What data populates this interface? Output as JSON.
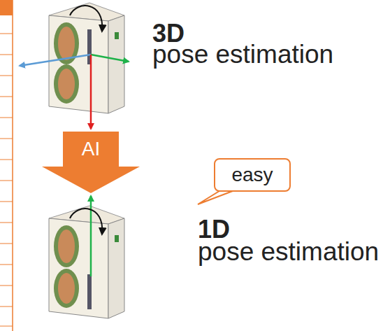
{
  "diagram": {
    "nodes": [
      {
        "text": [
          "AI"
        ]
      },
      {
        "text": [
          "easy"
        ]
      }
    ],
    "labels": [
      "3D",
      "pose estimation",
      "1D",
      "pose estimation"
    ]
  }
}
